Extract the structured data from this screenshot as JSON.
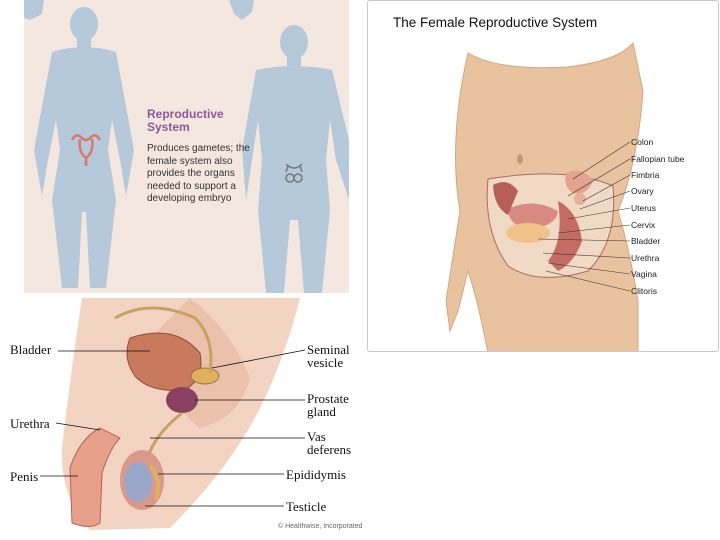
{
  "silhouettes": {
    "title": "Reproductive System",
    "description": "Produces gametes; the female system also provides the organs needed to support a developing embryo"
  },
  "female": {
    "title": "The Female Reproductive System",
    "labels": [
      "Colon",
      "Fallopian tube",
      "Fimbria",
      "Ovary",
      "Uterus",
      "Cervix",
      "Bladder",
      "Urethra",
      "Vagina",
      "Clitoris"
    ]
  },
  "male": {
    "labels": {
      "bladder": "Bladder",
      "seminal_vesicle": "Seminal vesicle",
      "prostate_gland": "Prostate gland",
      "urethra": "Urethra",
      "vas_deferens": "Vas deferens",
      "penis": "Penis",
      "epididymis": "Epididymis",
      "testicle": "Testicle"
    },
    "credit": "© Healthwise, Incorporated"
  },
  "colors": {
    "silhouette_bg": "#f4e7df",
    "silhouette_body": "#b6c9da",
    "title_purple": "#8a5a9b",
    "skin": "#e9c3a0",
    "organ": "#d98a82"
  }
}
